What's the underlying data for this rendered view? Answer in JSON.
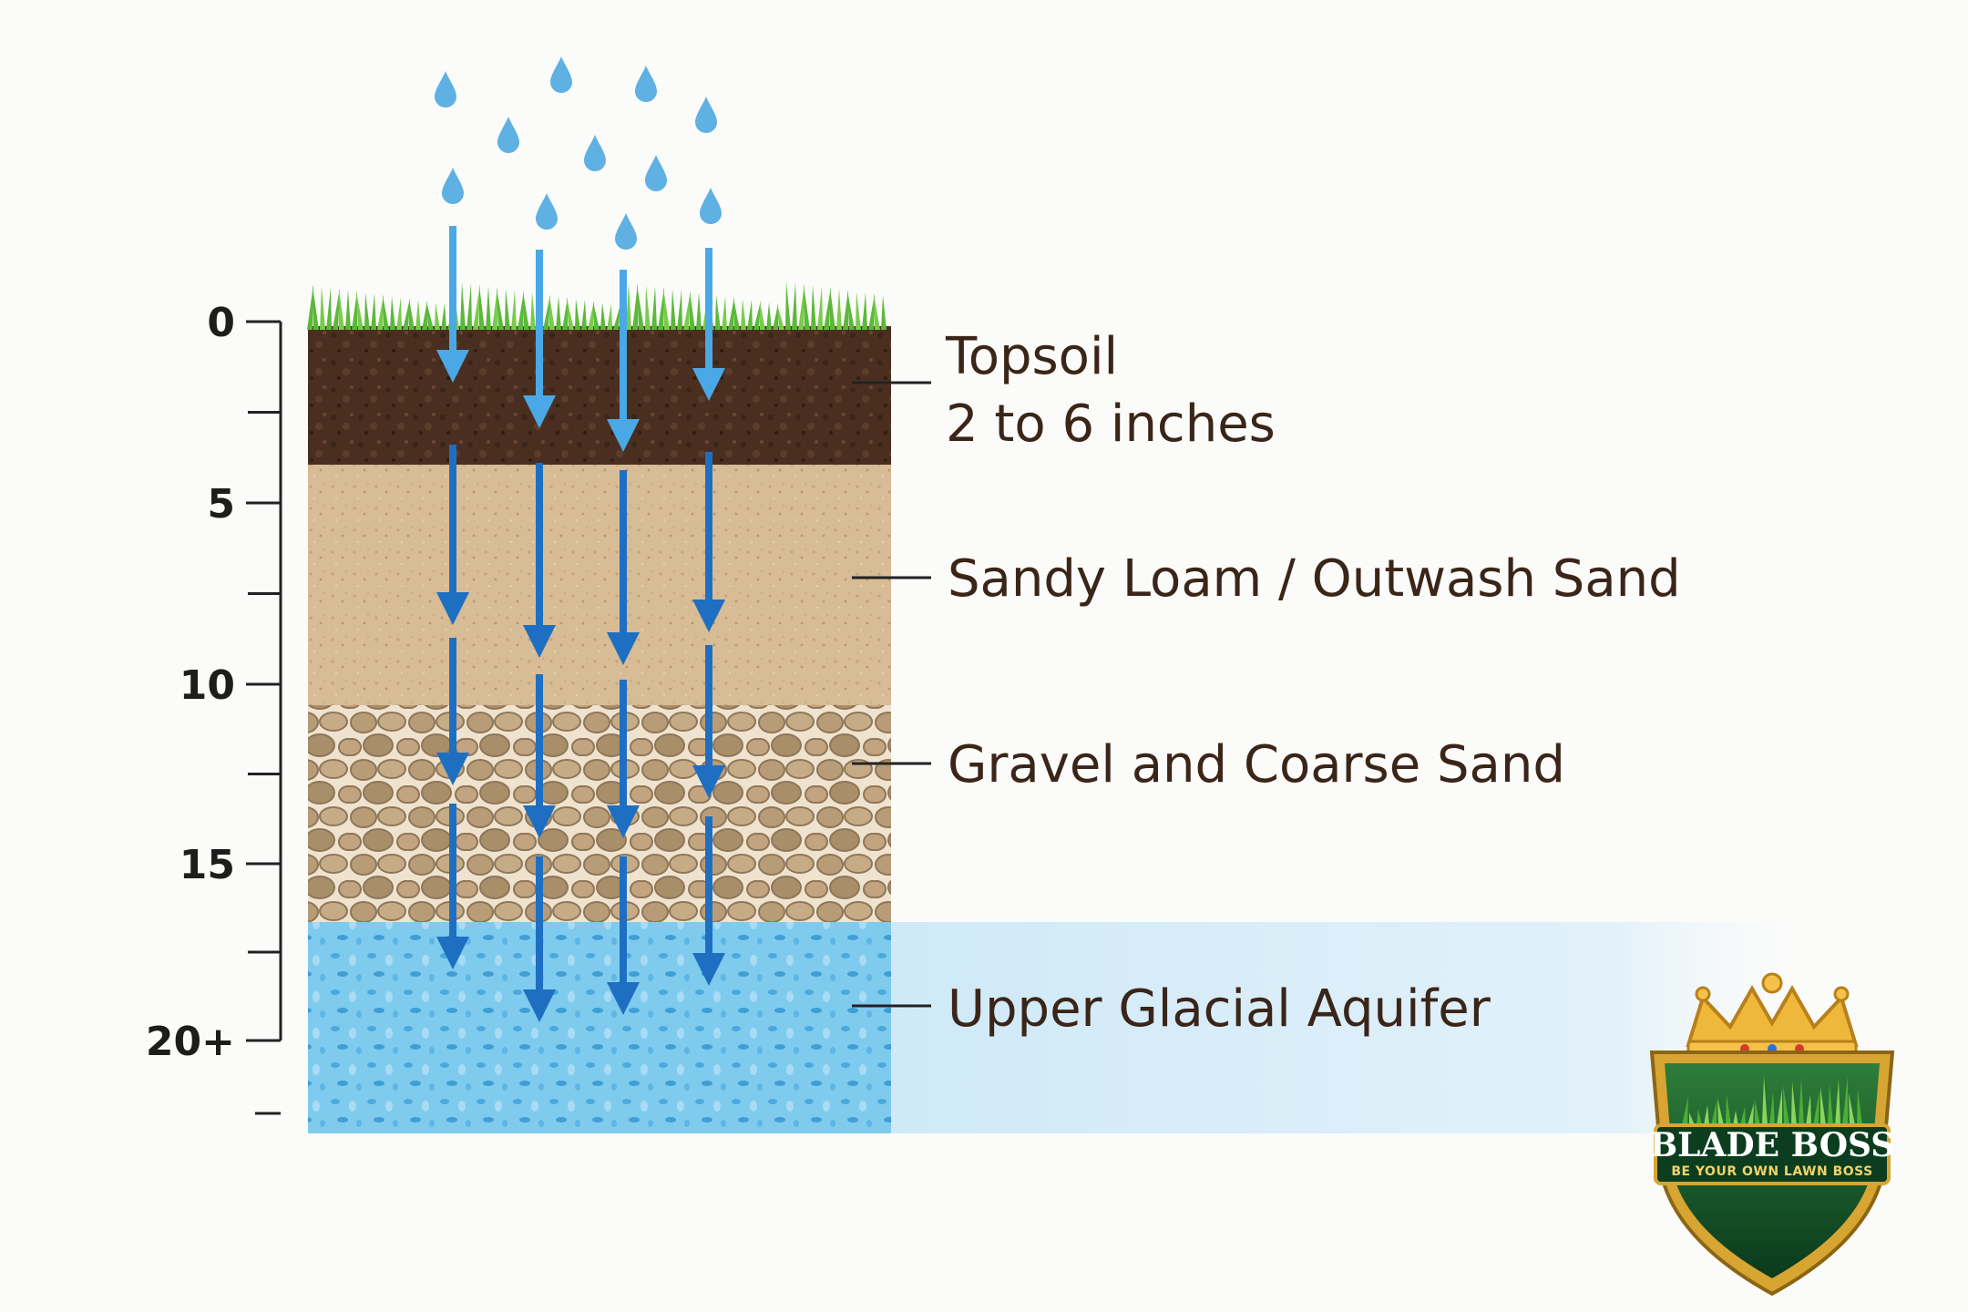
{
  "depth_scale": {
    "ticks": [
      "0",
      "5",
      "10",
      "15",
      "20+"
    ]
  },
  "layers": [
    {
      "label_lines": [
        "Topsoil",
        "2 to 6 inches"
      ],
      "color": "#4a2f20"
    },
    {
      "label_lines": [
        "Sandy Loam / Outwash Sand"
      ],
      "color": "#d7bc96"
    },
    {
      "label_lines": [
        "Gravel and Coarse Sand"
      ],
      "color": "#b89c78"
    },
    {
      "label_lines": [
        "Upper Glacial Aquifer"
      ],
      "color": "#6cc3ea"
    }
  ],
  "water": {
    "raindrop_color": "#5fb0e3",
    "arrow_color_light": "#4aa8e6",
    "arrow_color_dark": "#1e6fc2"
  },
  "grass_color": "#5cb83a",
  "logo": {
    "title": "BLADE BOSS",
    "tagline": "BE YOUR OWN LAWN BOSS",
    "shield_color": "#0f4a26",
    "gold_color": "#e8b73a"
  }
}
